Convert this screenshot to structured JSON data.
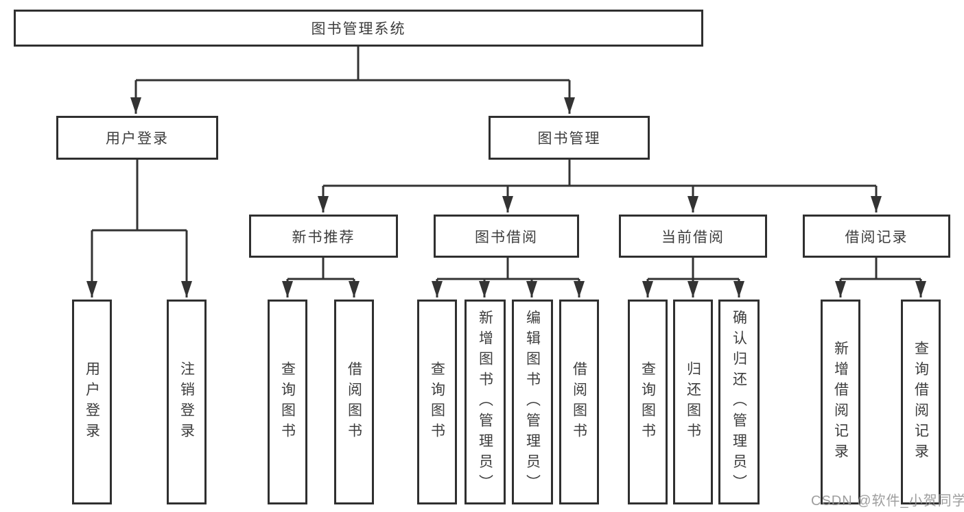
{
  "tree": {
    "label": "图书管理系统",
    "children": [
      {
        "label": "用户登录",
        "children": [
          {
            "label": "用户登录"
          },
          {
            "label": "注销登录"
          }
        ]
      },
      {
        "label": "图书管理",
        "children": [
          {
            "label": "新书推荐",
            "children": [
              {
                "label": "查询图书"
              },
              {
                "label": "借阅图书"
              }
            ]
          },
          {
            "label": "图书借阅",
            "children": [
              {
                "label": "查询图书"
              },
              {
                "label": "新增图书（管理员）"
              },
              {
                "label": "编辑图书（管理员）"
              },
              {
                "label": "借阅图书"
              }
            ]
          },
          {
            "label": "当前借阅",
            "children": [
              {
                "label": "查询图书"
              },
              {
                "label": "归还图书"
              },
              {
                "label": "确认归还（管理员）"
              }
            ]
          },
          {
            "label": "借阅记录",
            "children": [
              {
                "label": "新增借阅记录"
              },
              {
                "label": "查询借阅记录"
              }
            ]
          }
        ]
      }
    ]
  },
  "watermark": "CSDN @软件_小贺同学",
  "colors": {
    "line": "#333333",
    "border": "#2f2f2f",
    "text": "#3d3d3d",
    "watermark": "#949494",
    "background": "#ffffff"
  }
}
